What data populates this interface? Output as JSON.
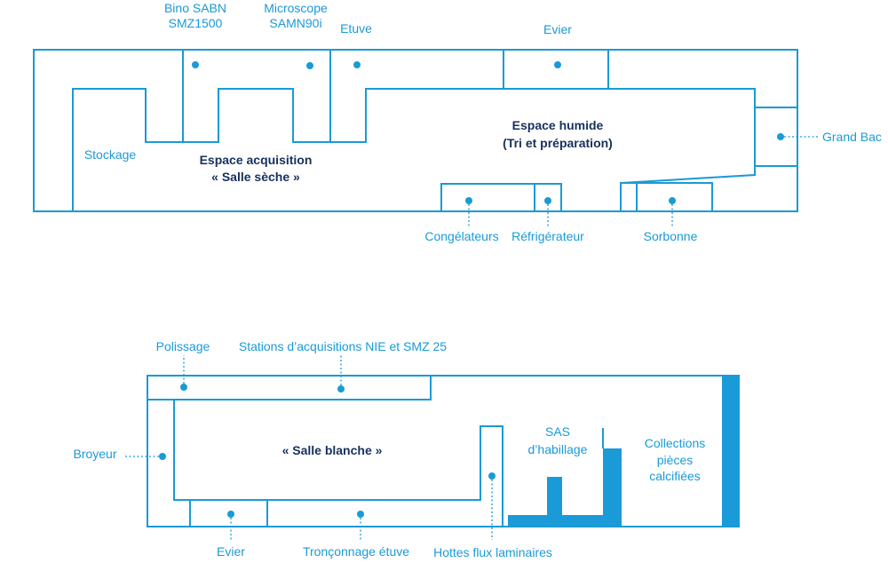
{
  "colors": {
    "accent": "#1a9ad6",
    "zone_text": "#16305e",
    "background": "#ffffff"
  },
  "plan_top": {
    "labels": {
      "bino_line1": "Bino SABN",
      "bino_line2": "SMZ1500",
      "microscope_line1": "Microscope",
      "microscope_line2": "SAMN90i",
      "etuve": "Etuve",
      "evier": "Evier",
      "stockage": "Stockage",
      "grand_bac": "Grand Bac",
      "congelateurs": "Congélateurs",
      "refrigerateur": "Réfrigérateur",
      "sorbonne": "Sorbonne"
    },
    "zones": {
      "acquisition_line1": "Espace acquisition",
      "acquisition_line2": "« Salle sèche »",
      "humide_line1": "Espace humide",
      "humide_line2": "(Tri et préparation)"
    }
  },
  "plan_bottom": {
    "labels": {
      "polissage": "Polissage",
      "stations": "Stations d’acquisitions NIE et SMZ 25",
      "broyeur": "Broyeur",
      "evier": "Evier",
      "tronconnage": "Tronçonnage étuve",
      "hottes": "Hottes flux laminaires",
      "sas_line1": "SAS",
      "sas_line2": "d’habillage",
      "collections_line1": "Collections",
      "collections_line2": "pièces",
      "collections_line3": "calcifiées"
    },
    "zones": {
      "salle_blanche": "« Salle blanche »"
    }
  }
}
